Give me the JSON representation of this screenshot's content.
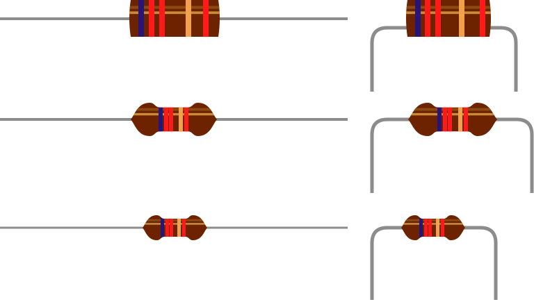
{
  "colors": {
    "body": "#6e2300",
    "body_stripe_dark": "#8a4a10",
    "body_stripe_light": "#c98a3a",
    "lead": "#8c8c8c"
  },
  "resistors": [
    {
      "name": "large-straight",
      "style": "cylinder",
      "leads": "straight",
      "bands": [
        "#26157a",
        "#ff1a1a",
        "#ff1a1a",
        "#f2a04a",
        "#ff1a1a"
      ]
    },
    {
      "name": "large-bent",
      "style": "cylinder",
      "leads": "bent",
      "bands": [
        "#26157a",
        "#ff1a1a",
        "#ff1a1a",
        "#f2a04a",
        "#ff1a1a"
      ]
    },
    {
      "name": "medium-straight",
      "style": "dogbone",
      "leads": "straight",
      "bands": [
        "#26157a",
        "#ff1a1a",
        "#ff1a1a",
        "#f2a04a",
        "#ff1a1a"
      ]
    },
    {
      "name": "medium-bent",
      "style": "dogbone",
      "leads": "bent",
      "bands": [
        "#26157a",
        "#ff1a1a",
        "#ff1a1a",
        "#f2a04a",
        "#ff1a1a"
      ]
    },
    {
      "name": "small-straight",
      "style": "dogbone",
      "leads": "straight",
      "bands": [
        "#26157a",
        "#ff1a1a",
        "#ff1a1a",
        "#f2a04a",
        "#ff1a1a"
      ]
    },
    {
      "name": "small-bent",
      "style": "dogbone",
      "leads": "bent",
      "bands": [
        "#26157a",
        "#ff1a1a",
        "#ff1a1a",
        "#f2a04a",
        "#ff1a1a"
      ]
    }
  ]
}
